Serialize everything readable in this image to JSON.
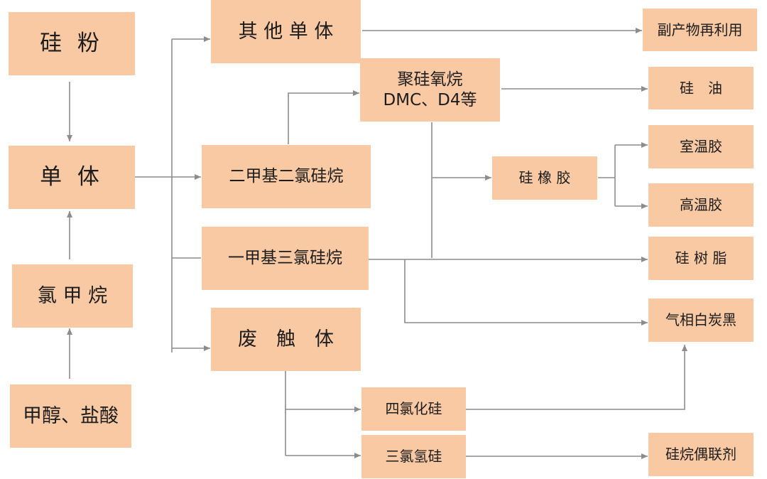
{
  "nodes": {
    "silicon_powder": "硅 粉",
    "monomer": "单 体",
    "methyl_chloride": "氯 甲 烷",
    "methanol_hcl": "甲醇、盐酸",
    "other_monomers": "其 他 单 体",
    "dimethyldichlorosilane": "二甲基二氯硅烷",
    "methyltrichlorosilane": "一甲基三氯硅烷",
    "waste_contact": "废　触　体",
    "polysiloxane": [
      "聚硅氧烷",
      "DMC、D4等"
    ],
    "silicone_rubber": "硅 橡 胶",
    "silicon_tetrachloride": "四氯化硅",
    "trichlorosilane": "三氯氢硅",
    "byproduct_reuse": "副产物再利用",
    "silicone_oil": "硅　油",
    "rtv_rubber": "室温胶",
    "htv_rubber": "高温胶",
    "silicone_resin": "硅 树 脂",
    "fumed_silica": "气相白炭黑",
    "silane_coupling_agent": "硅烷偶联剂"
  },
  "colors": {
    "box_fill": "#f9c9a4",
    "connector": "#8c8c8c",
    "text": "#1c1c1c"
  }
}
